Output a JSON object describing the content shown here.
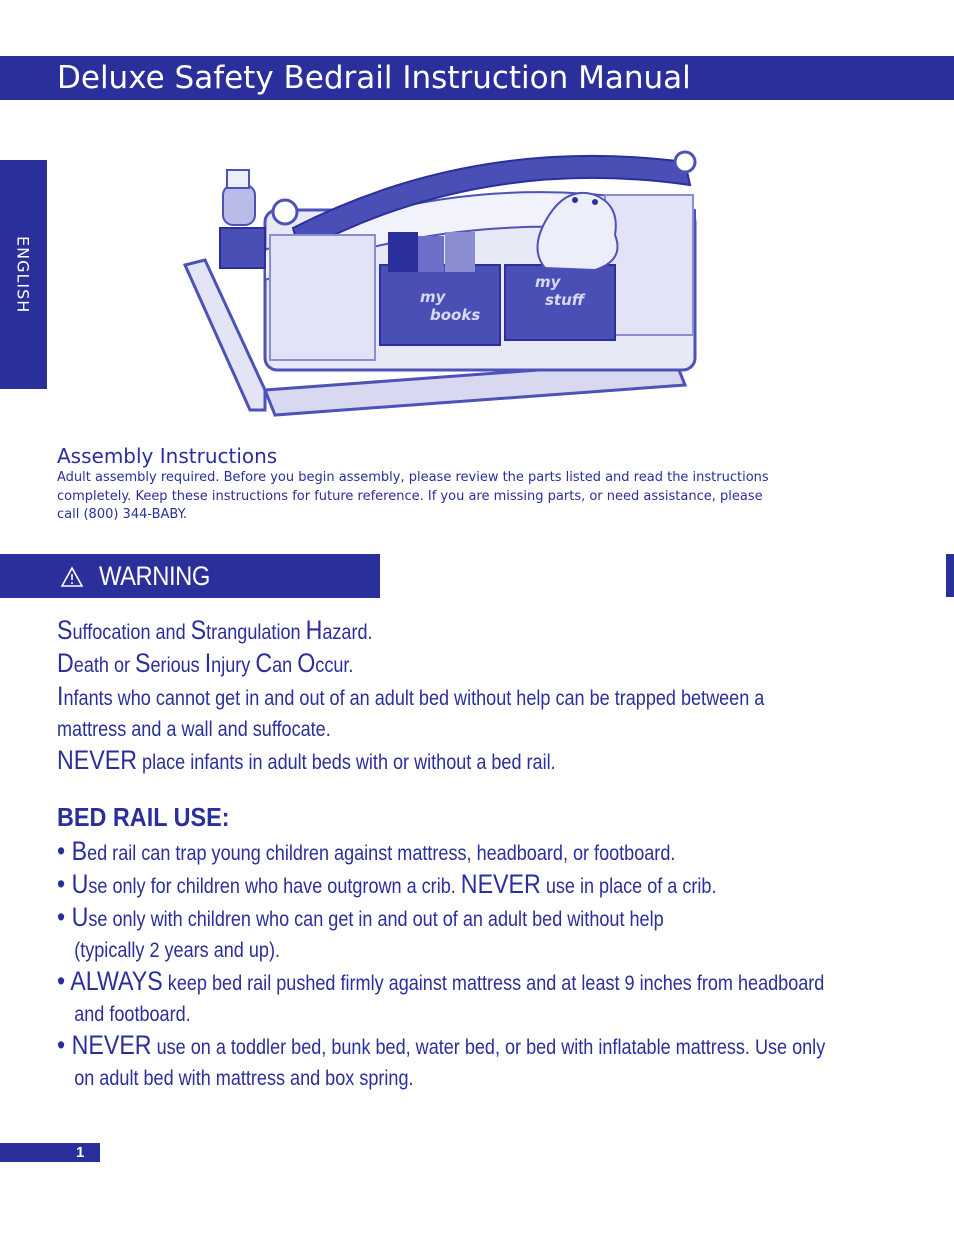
{
  "header": {
    "title": "Deluxe Safety Bedrail Instruction Manual"
  },
  "side_tab": {
    "label": "ENGLISH"
  },
  "illustration": {
    "pocket_left_label_1": "my",
    "pocket_left_label_2": "books",
    "pocket_right_label_1": "my",
    "pocket_right_label_2": "stuff"
  },
  "assembly": {
    "heading": "Assembly Instructions",
    "lines": [
      "Adult assembly required. Before you begin assembly, please review the parts listed and read the instructions",
      "completely. Keep these instructions for future reference. If you are missing parts, or need assistance, please",
      "call (800) 344-BABY."
    ]
  },
  "warning": {
    "label": "WARNING",
    "lines": [
      {
        "segments": [
          {
            "cap": "S",
            "text": "uffocation and "
          },
          {
            "cap": "S",
            "text": "trangulation "
          },
          {
            "cap": "H",
            "text": "azard."
          }
        ]
      },
      {
        "segments": [
          {
            "cap": "D",
            "text": "eath or "
          },
          {
            "cap": "S",
            "text": "erious "
          },
          {
            "cap": "I",
            "text": "njury "
          },
          {
            "cap": "C",
            "text": "an "
          },
          {
            "cap": "O",
            "text": "ccur."
          }
        ]
      },
      {
        "segments": [
          {
            "cap": "I",
            "text": "nfants who cannot get in and out of an adult bed without help can be trapped between a"
          }
        ]
      },
      {
        "segments": [
          {
            "cap": "",
            "text": "mattress and a wall and suffocate."
          }
        ]
      },
      {
        "segments": [
          {
            "cap": "NEVER",
            "text": " place infants in adult beds with or without a bed rail."
          }
        ]
      }
    ]
  },
  "bed_rail_use": {
    "heading": "BED RAIL USE:",
    "lines": [
      {
        "indent": false,
        "segments": [
          {
            "cap": "• B",
            "text": "ed rail can trap young children against mattress, headboard, or footboard."
          }
        ]
      },
      {
        "indent": false,
        "segments": [
          {
            "cap": "• U",
            "text": "se only for children who have outgrown a crib. "
          },
          {
            "cap": "NEVER",
            "text": " use in place of a crib."
          }
        ]
      },
      {
        "indent": false,
        "segments": [
          {
            "cap": "• U",
            "text": "se only with children who can get in and out of an adult bed without help"
          }
        ]
      },
      {
        "indent": true,
        "segments": [
          {
            "cap": "",
            "text": "(typically 2 years and up)."
          }
        ]
      },
      {
        "indent": false,
        "segments": [
          {
            "cap": "• ALWAYS",
            "text": " keep bed rail pushed firmly against mattress and at least 9 inches from headboard"
          }
        ]
      },
      {
        "indent": true,
        "segments": [
          {
            "cap": "",
            "text": "and footboard."
          }
        ]
      },
      {
        "indent": false,
        "segments": [
          {
            "cap": "• NEVER",
            "text": " use on a toddler bed, bunk bed, water bed, or bed with inflatable mattress. Use only"
          }
        ]
      },
      {
        "indent": true,
        "segments": [
          {
            "cap": "",
            "text": "on adult bed with mattress and box spring."
          }
        ]
      }
    ]
  },
  "footer": {
    "page_number": "1"
  },
  "colors": {
    "brand_blue": "#2a2f9c",
    "background": "#ffffff"
  }
}
